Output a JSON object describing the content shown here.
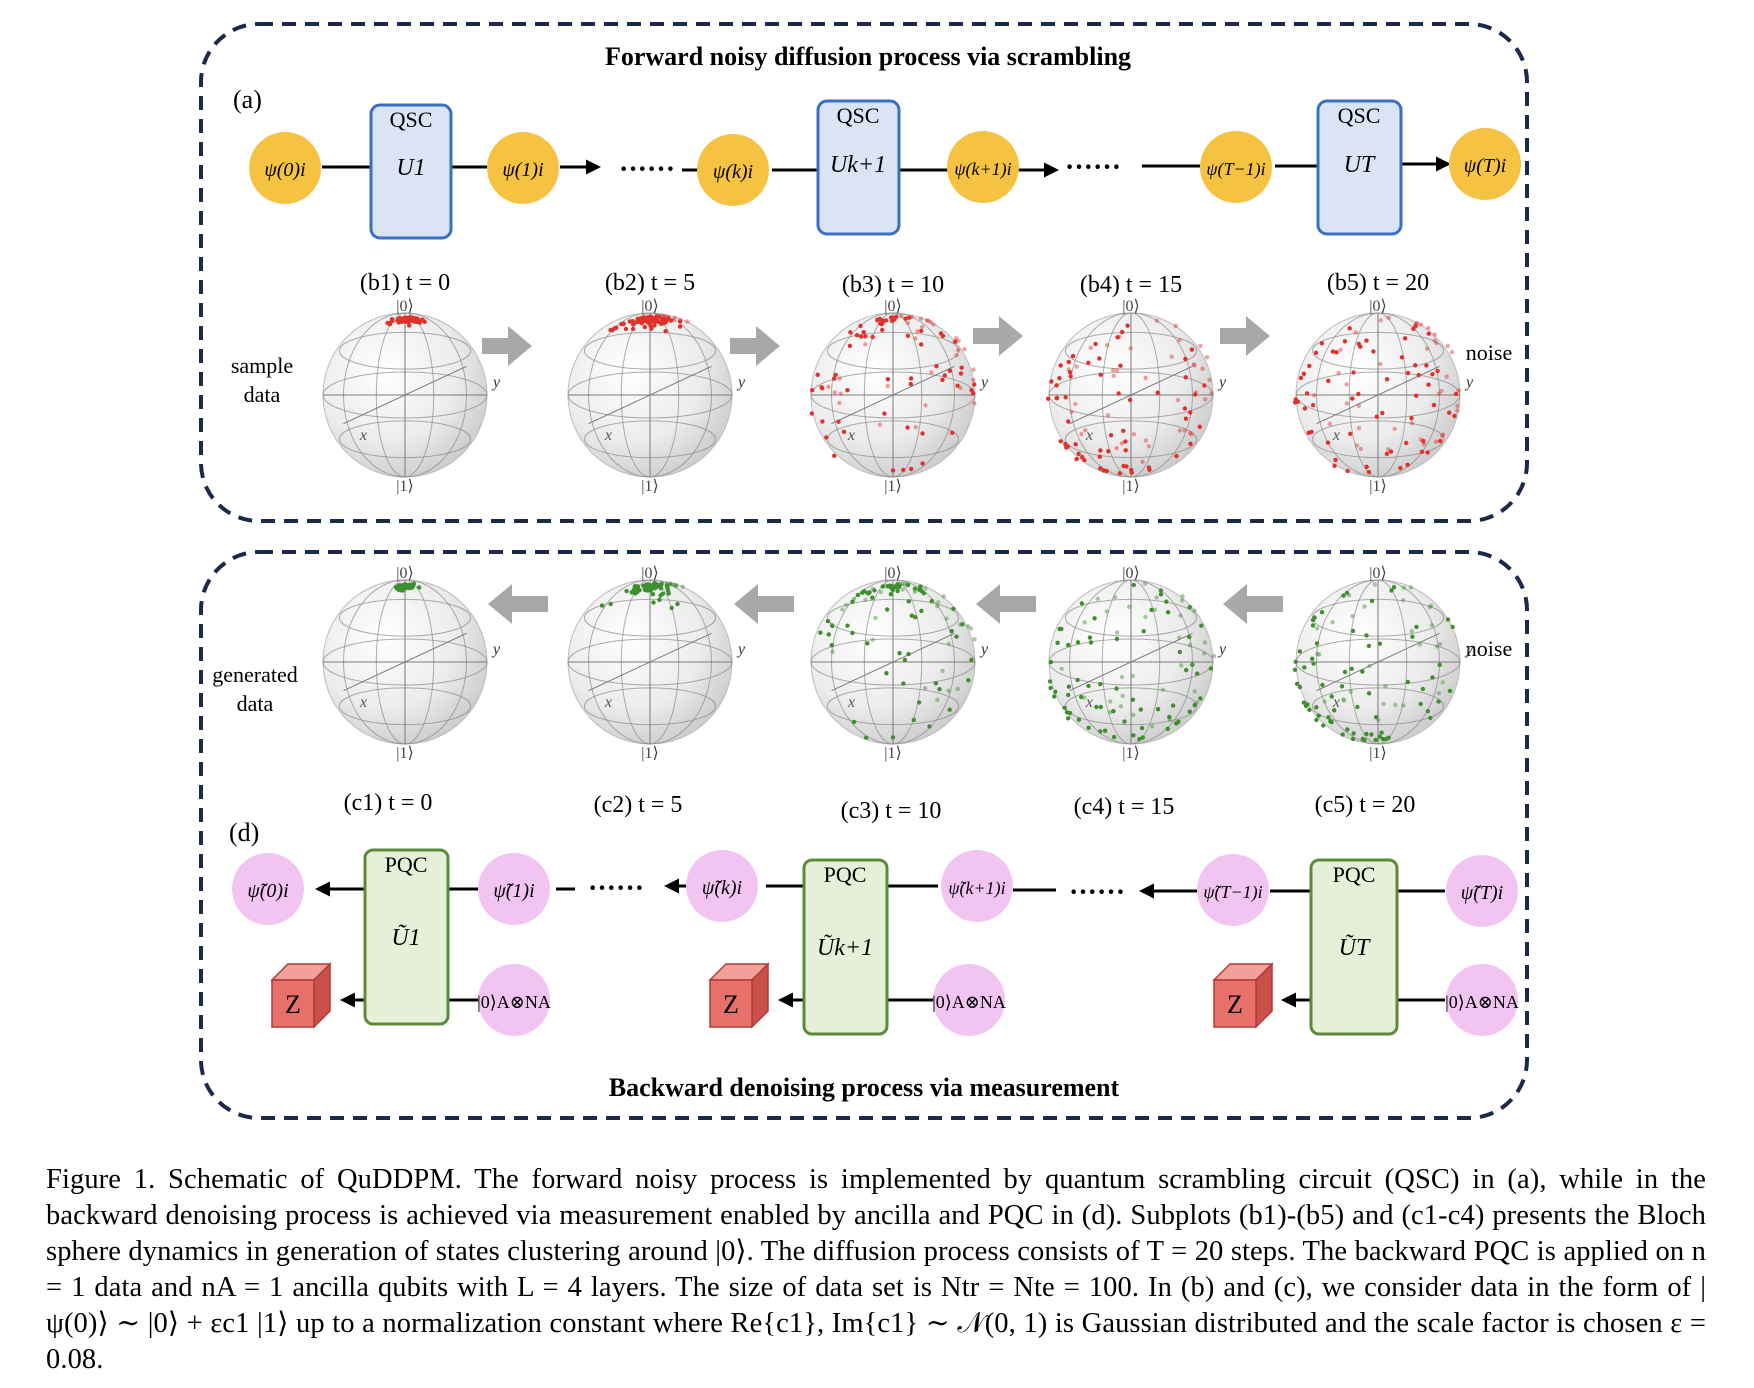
{
  "panel_a": {
    "title": "Forward noisy diffusion process via scrambling",
    "label": "(a)",
    "states": [
      "ψ(0)i",
      "ψ(1)i",
      "ψ(k)i",
      "ψ(k+1)i",
      "ψ(T−1)i",
      "ψ(T)i"
    ],
    "gates": [
      {
        "name": "QSC",
        "op": "U1"
      },
      {
        "name": "QSC",
        "op": "Uk+1"
      },
      {
        "name": "QSC",
        "op": "UT"
      }
    ],
    "ellipsis": "······"
  },
  "panel_b": {
    "labels": [
      "(b1) t = 0",
      "(b2) t = 5",
      "(b3) t = 10",
      "(b4) t = 15",
      "(b5) t = 20"
    ],
    "left_text": [
      "sample",
      "data"
    ],
    "right_text": "noise",
    "dot_color": "#e0312b"
  },
  "bloch": {
    "ket0": "|0⟩",
    "ket1": "|1⟩",
    "x": "x",
    "y": "y"
  },
  "panel_c": {
    "labels": [
      "(c1) t = 0",
      "(c2) t = 5",
      "(c3) t = 10",
      "(c4) t = 15",
      "(c5) t = 20"
    ],
    "left_text": [
      "generated",
      "data"
    ],
    "right_text": "noise",
    "dot_color": "#3e8f2e"
  },
  "panel_d": {
    "title": "Backward denoising process via measurement",
    "label": "(d)",
    "states": [
      "ψ̃(0)i",
      "ψ̃(1)i",
      "ψ̃(k)i",
      "ψ̃(k+1)i",
      "ψ̃(T−1)i",
      "ψ̃(T)i"
    ],
    "ancilla": "|0⟩A⊗NA",
    "gates": [
      {
        "name": "PQC",
        "op": "Ũ1"
      },
      {
        "name": "PQC",
        "op": "Ũk+1"
      },
      {
        "name": "PQC",
        "op": "ŨT"
      }
    ],
    "measure": "Z",
    "ellipsis": "······"
  },
  "colors": {
    "frame": "#1b2a4a",
    "state_forward": "#f5c242",
    "state_backward": "#f2c4f2",
    "qsc_fill": "#dbe4f5",
    "qsc_stroke": "#3a6fc4",
    "pqc_fill": "#e6f0d9",
    "pqc_stroke": "#5b8a3a",
    "arrow_gray": "#a8a8a8",
    "measure_fill": "#e8706b"
  },
  "caption": "Figure 1. Schematic of QuDDPM. The forward noisy process is implemented by quantum scrambling circuit (QSC) in (a), while in the backward denoising process is achieved via measurement enabled by ancilla and PQC in (d). Subplots (b1)-(b5) and (c1-c4) presents the Bloch sphere dynamics in generation of states clustering around |0⟩. The diffusion process consists of T = 20 steps. The backward PQC is applied on n = 1 data and nA = 1 ancilla qubits with L = 4 layers. The size of data set is Ntr = Nte = 100. In (b) and (c), we consider data in the form of |ψ(0)⟩ ∼ |0⟩ + εc1 |1⟩ up to a normalization constant where Re{c1}, Im{c1} ∼ 𝒩(0, 1) is Gaussian distributed and the scale factor is chosen ε = 0.08."
}
